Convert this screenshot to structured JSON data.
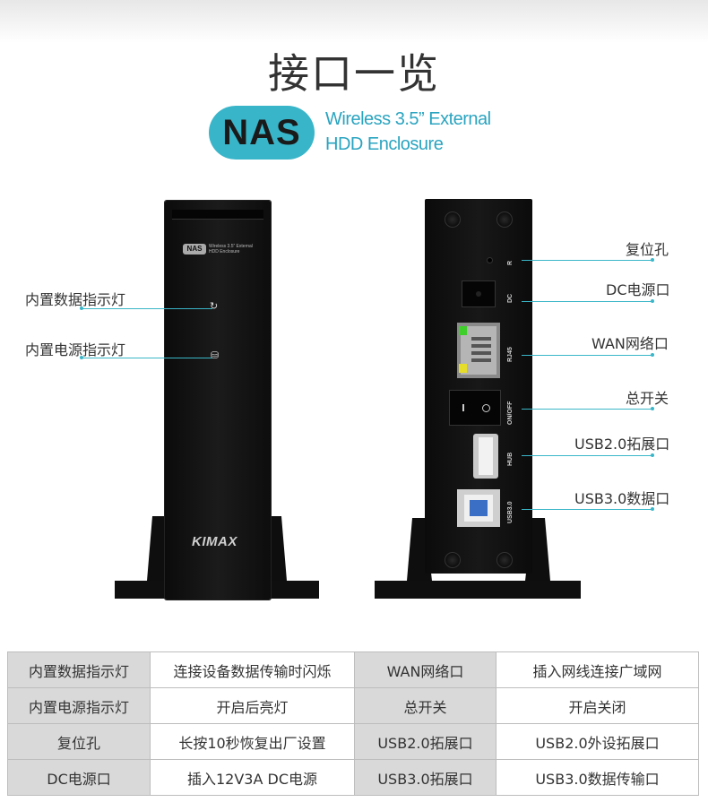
{
  "heading": "接口一览",
  "logo": {
    "badge": "NAS",
    "line1": "Wireless 3.5” External",
    "line2": "HDD Enclosure"
  },
  "front_device": {
    "badge": "NAS",
    "sub_line1": "Wireless 3.5” External",
    "sub_line2": "HDD Enclosure",
    "brand": "KIMAX",
    "icons": [
      "sync-icon",
      "database-icon"
    ]
  },
  "front_callouts": [
    {
      "label": "内置数据指示灯"
    },
    {
      "label": "内置电源指示灯"
    }
  ],
  "back_device": {
    "port_labels": [
      "R",
      "DC",
      "RJ45",
      "ON/OFF",
      "HUB",
      "USB3.0"
    ]
  },
  "back_callouts": [
    {
      "label": "复位孔"
    },
    {
      "label": "DC电源口"
    },
    {
      "label": "WAN网络口"
    },
    {
      "label": "总开关"
    },
    {
      "label": "USB2.0拓展口"
    },
    {
      "label": "USB3.0数据口"
    }
  ],
  "spec_table": {
    "rows": [
      [
        "内置数据指示灯",
        "连接设备数据传输时闪烁",
        "WAN网络口",
        "插入网线连接广域网"
      ],
      [
        "内置电源指示灯",
        "开启后亮灯",
        "总开关",
        "开启关闭"
      ],
      [
        "复位孔",
        "长按10秒恢复出厂设置",
        "USB2.0拓展口",
        "USB2.0外设拓展口"
      ],
      [
        "DC电源口",
        "插入12V3A  DC电源",
        "USB3.0拓展口",
        "USB3.0数据传输口"
      ]
    ]
  },
  "colors": {
    "accent": "#39b5c9",
    "callout_line": "#3ab6c8",
    "device": "#111111",
    "table_gray": "#d9d9d9"
  }
}
